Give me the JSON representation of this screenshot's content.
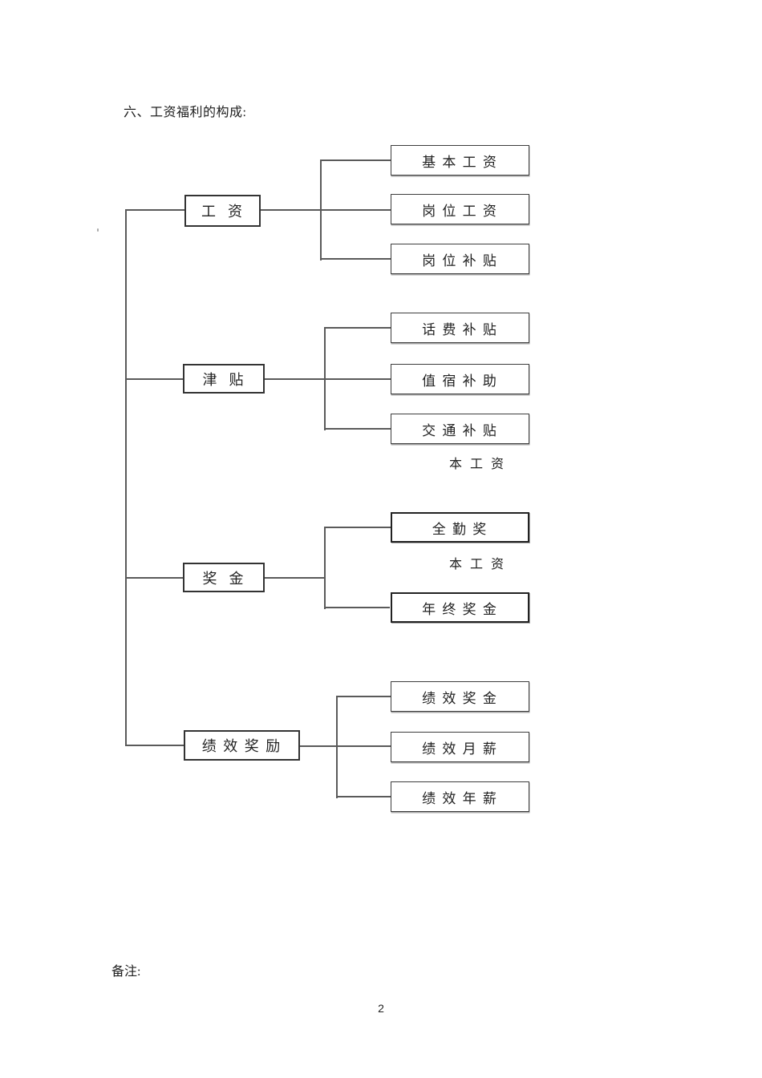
{
  "page": {
    "title": "六、工资福利的构成:",
    "remark_label": "备注:",
    "page_number": "2"
  },
  "chart": {
    "type": "tree-diagram",
    "groups": [
      {
        "label": "工  资",
        "children": [
          "基 本 工 资",
          "岗 位 工 资",
          "岗 位 补 贴"
        ]
      },
      {
        "label": "津  贴",
        "children": [
          "话 费 补 贴",
          "值 宿 补 助",
          "交 通 补 贴"
        ],
        "note": "本 工 资"
      },
      {
        "label": "奖  金",
        "children": [
          "全 勤 奖",
          "年 终 奖 金"
        ],
        "note": "本 工 资"
      },
      {
        "label": "绩 效 奖 励",
        "children": [
          "绩 效 奖 金",
          "绩 效 月 薪",
          "绩 效 年 薪"
        ]
      }
    ]
  }
}
